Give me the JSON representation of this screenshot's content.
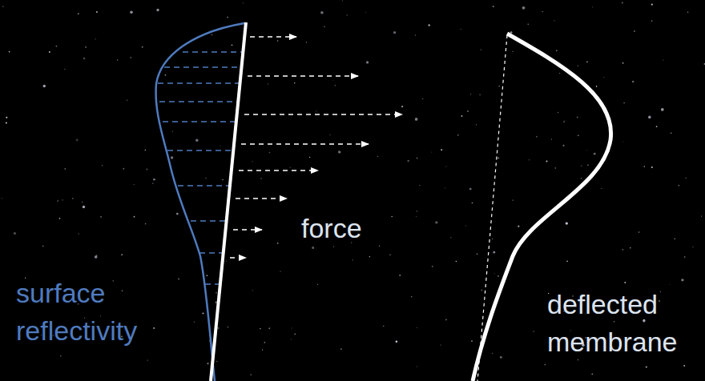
{
  "diagram": {
    "labels": [
      "surface reflectivity",
      "force",
      "deflected membrane"
    ]
  }
}
